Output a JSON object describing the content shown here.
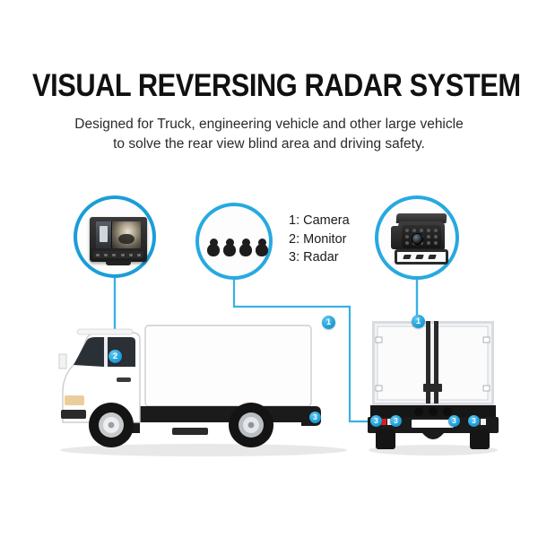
{
  "header": {
    "title": "VISUAL REVERSING RADAR SYSTEM",
    "subtitle_line1": "Designed for Truck, engineering vehicle and other large vehicle",
    "subtitle_line2": "to solve the rear view blind area and driving safety."
  },
  "legend": {
    "items": [
      {
        "index": "1:",
        "label": "Camera",
        "text": "1: Camera"
      },
      {
        "index": "2:",
        "label": "Monitor",
        "text": "2: Monitor"
      },
      {
        "index": "3:",
        "label": "Radar",
        "text": "3: Radar"
      }
    ]
  },
  "products": [
    {
      "id": "monitor",
      "icon": "monitor-display-icon",
      "marker": "2",
      "name": "Monitor"
    },
    {
      "id": "radar",
      "icon": "radar-sensor-icon",
      "marker": "3",
      "name": "Radar",
      "sensor_count": 4
    },
    {
      "id": "camera",
      "icon": "rear-view-camera-icon",
      "marker": "1",
      "name": "Camera"
    }
  ],
  "markers": {
    "side_truck_box_top": "1",
    "side_truck_cab": "2",
    "side_truck_rear": "3",
    "rear_truck_top": "1",
    "rear_bumper": [
      "3",
      "3",
      "3",
      "3"
    ]
  },
  "vehicles": [
    {
      "id": "side-view-truck",
      "view": "side",
      "type": "box-truck"
    },
    {
      "id": "rear-view-truck",
      "view": "rear",
      "type": "box-truck"
    }
  ],
  "colors": {
    "accent_blue": "#27a9e0",
    "marker_blue": "#23a3dc",
    "wire_blue": "#3ab0e3",
    "title_black": "#111111",
    "body_text": "#2b2b2b",
    "truck_white": "#ffffff",
    "truck_dark": "#1d1d1d",
    "tail_light_red": "#d82020",
    "background": "#ffffff"
  }
}
